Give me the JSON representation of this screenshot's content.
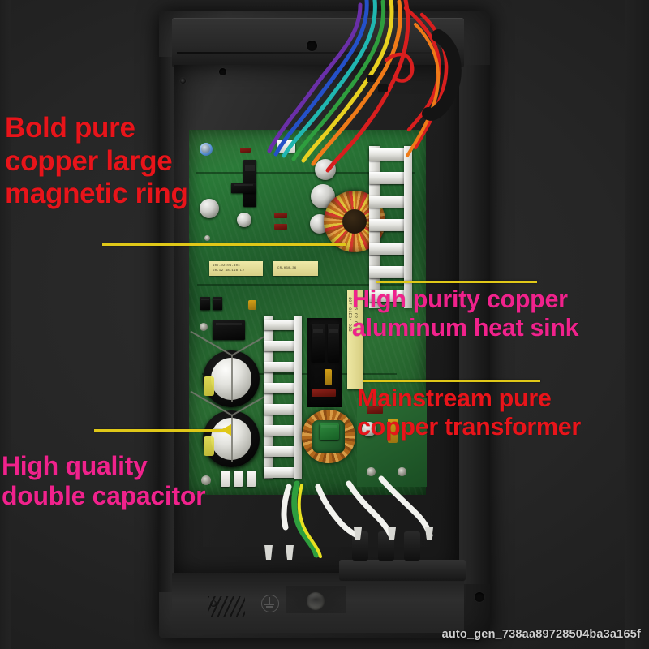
{
  "image": {
    "subject": "switching power supply board in black metal chassis",
    "background_color": "#262626"
  },
  "callouts": [
    {
      "id": "magnetic-ring",
      "text": "Bold pure copper large magnetic ring",
      "lines": [
        "Bold pure",
        "copper large",
        "magnetic ring"
      ],
      "color": "#e8141a",
      "position": "top-left",
      "points_to": "toroidal magnetic ring"
    },
    {
      "id": "heat-sink",
      "text": "High purity copper aluminum heat sink",
      "lines": [
        "High purity copper",
        "aluminum heat sink"
      ],
      "color": "#f0228c",
      "position": "middle-right",
      "points_to": "finned aluminum heat sink"
    },
    {
      "id": "transformer",
      "text": "Mainstream pure copper transformer",
      "lines": [
        "Mainstream pure",
        "copper transformer"
      ],
      "color": "#e8141a",
      "position": "lower-right",
      "points_to": "copper wound transformer"
    },
    {
      "id": "capacitor",
      "text": "High quality double capacitor",
      "lines": [
        "High quality",
        "double capacitor"
      ],
      "color": "#f0228c",
      "position": "bottom-left",
      "points_to": "pair of large electrolytic capacitors"
    }
  ],
  "pcb_labels": {
    "vertical_label_line1": "ER-35  C2 C0",
    "vertical_label_line2": "107-01E04-023",
    "component_label_left": "107-02E04-404\n50-19 48-198 LJ",
    "component_label_right": "CR-030-36"
  },
  "leader_color": "#e0c818",
  "watermark": "auto_gen_738aa89728504ba3a165f",
  "wire_colors": [
    "#d81e1e",
    "#ef7a18",
    "#e8d020",
    "#2e9e3e",
    "#20b6b0",
    "#2450c8",
    "#6a2fa8",
    "#f2f2ee",
    "#e8e020"
  ]
}
